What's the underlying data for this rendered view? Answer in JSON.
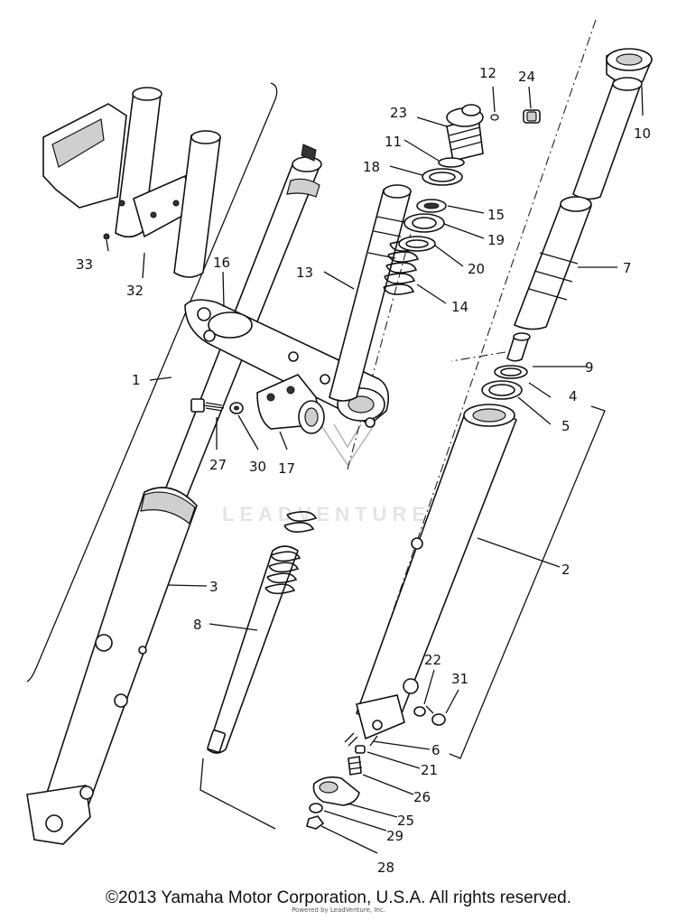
{
  "diagram": {
    "watermark": "LEADVENTURE",
    "callouts": [
      {
        "id": "c1",
        "text": "1"
      },
      {
        "id": "c2",
        "text": "2"
      },
      {
        "id": "c3",
        "text": "3"
      },
      {
        "id": "c4",
        "text": "4"
      },
      {
        "id": "c5",
        "text": "5"
      },
      {
        "id": "c6",
        "text": "6"
      },
      {
        "id": "c7",
        "text": "7"
      },
      {
        "id": "c8",
        "text": "8"
      },
      {
        "id": "c9",
        "text": "9"
      },
      {
        "id": "c10",
        "text": "10"
      },
      {
        "id": "c11",
        "text": "11"
      },
      {
        "id": "c12",
        "text": "12"
      },
      {
        "id": "c13",
        "text": "13"
      },
      {
        "id": "c14",
        "text": "14"
      },
      {
        "id": "c15",
        "text": "15"
      },
      {
        "id": "c16",
        "text": "16"
      },
      {
        "id": "c17",
        "text": "17"
      },
      {
        "id": "c18",
        "text": "18"
      },
      {
        "id": "c19",
        "text": "19"
      },
      {
        "id": "c20",
        "text": "20"
      },
      {
        "id": "c21",
        "text": "21"
      },
      {
        "id": "c22",
        "text": "22"
      },
      {
        "id": "c23",
        "text": "23"
      },
      {
        "id": "c24",
        "text": "24"
      },
      {
        "id": "c25",
        "text": "25"
      },
      {
        "id": "c26",
        "text": "26"
      },
      {
        "id": "c27",
        "text": "27"
      },
      {
        "id": "c28",
        "text": "28"
      },
      {
        "id": "c29",
        "text": "29"
      },
      {
        "id": "c30",
        "text": "30"
      },
      {
        "id": "c31",
        "text": "31"
      },
      {
        "id": "c32",
        "text": "32"
      },
      {
        "id": "c33",
        "text": "33"
      }
    ]
  },
  "footer": {
    "copyright": "©2013 Yamaha Motor Corporation, U.S.A. All rights reserved.",
    "sublabel": "Powered by LeadVenture, Inc."
  }
}
